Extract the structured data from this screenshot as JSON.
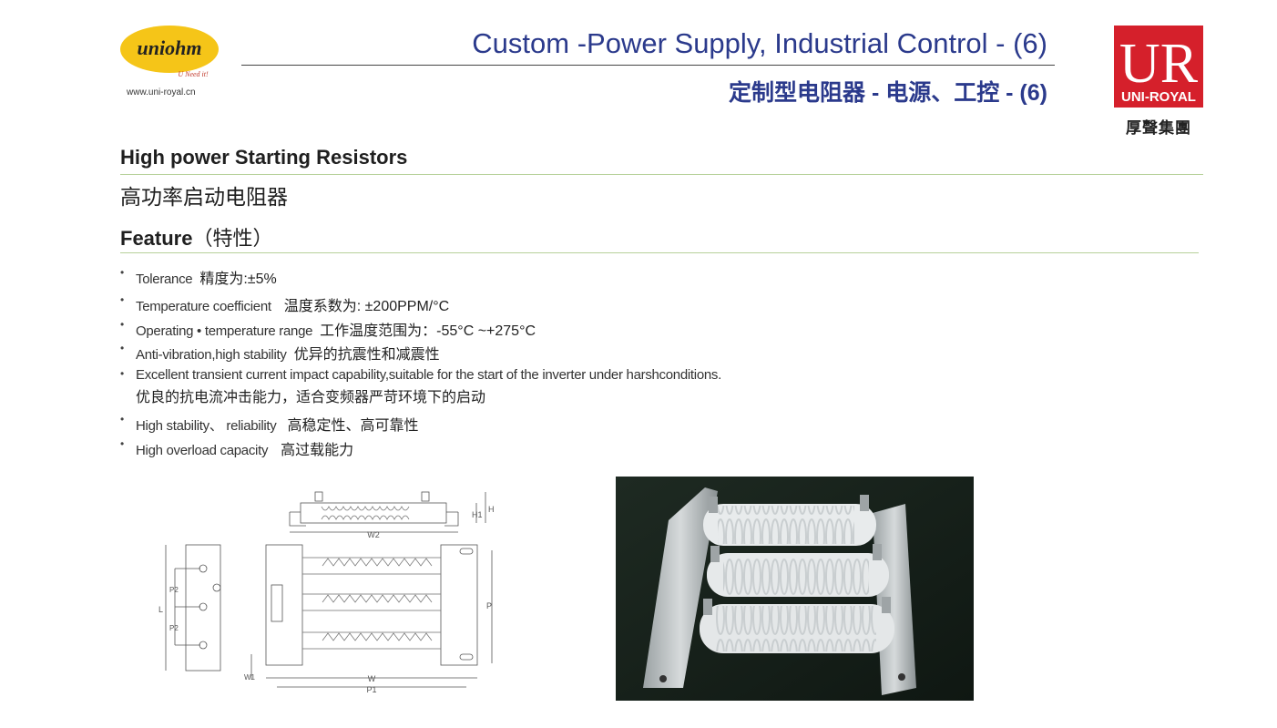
{
  "header": {
    "logo_left_text": "uniohm",
    "logo_left_tagline": "U Need it!",
    "website": "www.uni-royal.cn",
    "title_en": "Custom -Power Supply, Industrial Control - (6)",
    "title_cn": "定制型电阻器 - 电源、工控 - (6)",
    "logo_right_mark": "UR",
    "logo_right_name": "UNI-ROYAL",
    "logo_right_cn": "厚聲集團"
  },
  "section": {
    "title_en": "High power Starting Resistors",
    "title_cn": "高功率启动电阻器",
    "feature_en": "Feature",
    "feature_cn": "（特性）"
  },
  "features": [
    {
      "en": "Tolerance",
      "cn": "精度为:±5%"
    },
    {
      "en": "Temperature coefficient",
      "cn": "温度系数为: ±200PPM/°C"
    },
    {
      "en": "Operating • temperature range",
      "cn": "工作温度范围为：-55°C ~+275°C"
    },
    {
      "en": "Anti-vibration,high stability",
      "cn": "优异的抗震性和减震性"
    },
    {
      "en": "Excellent transient current impact capability,suitable for the start of the inverter under  harshconditions.",
      "cn": "优良的抗电流冲击能力，适合变频器严苛环境下的启动"
    },
    {
      "en": "High stability、 reliability",
      "cn": "高稳定性、高可靠性"
    },
    {
      "en": "High overload capacity",
      "cn": "高过载能力"
    }
  ],
  "diagram": {
    "labels": {
      "w2": "W2",
      "h1": "H1",
      "h": "H",
      "l": "L",
      "p2a": "P2",
      "p2b": "P2",
      "p": "P",
      "w": "W",
      "p1": "P1",
      "w1": "W1"
    }
  },
  "colors": {
    "title_blue": "#2b3a8c",
    "rule_green": "#b7d19a",
    "ur_red": "#d5202b",
    "uniohm_yellow": "#f5c518"
  }
}
